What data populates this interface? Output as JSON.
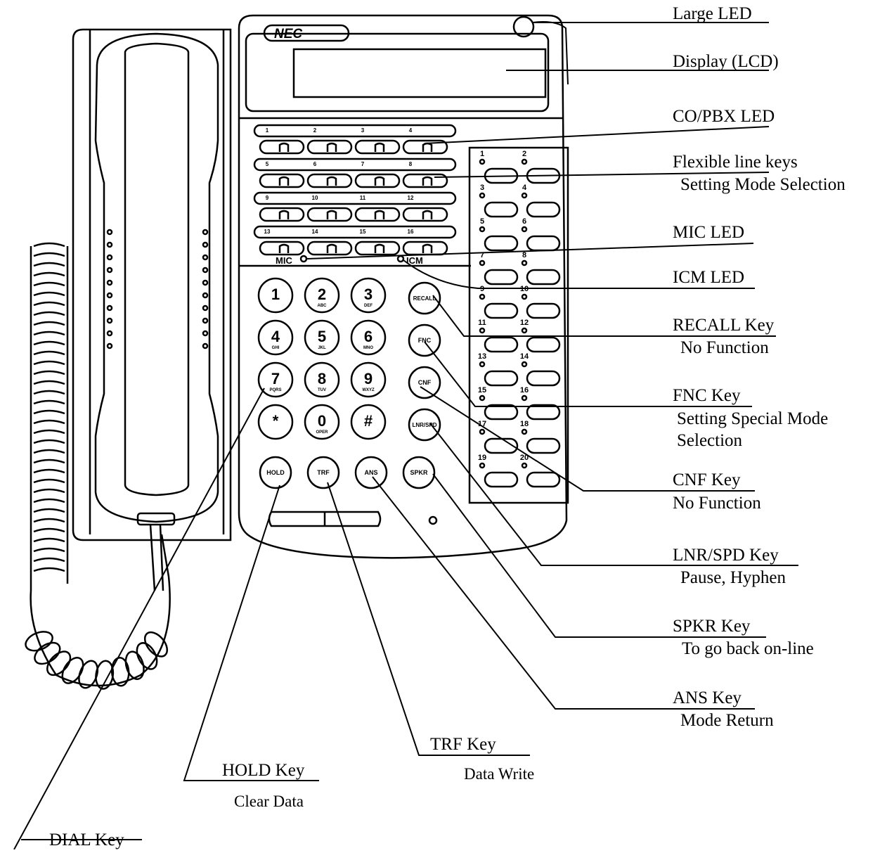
{
  "phone": {
    "brand": "NEC",
    "mic_text": "MIC",
    "icm_text": "ICM",
    "dial_keys": [
      {
        "digit": "1",
        "letters": ""
      },
      {
        "digit": "2",
        "letters": "ABC"
      },
      {
        "digit": "3",
        "letters": "DEF"
      },
      {
        "digit": "4",
        "letters": "GHI"
      },
      {
        "digit": "5",
        "letters": "JKL"
      },
      {
        "digit": "6",
        "letters": "MNO"
      },
      {
        "digit": "7",
        "letters": "PQRS"
      },
      {
        "digit": "8",
        "letters": "TUV"
      },
      {
        "digit": "9",
        "letters": "WXYZ"
      },
      {
        "digit": "*",
        "letters": ""
      },
      {
        "digit": "0",
        "letters": "OPER"
      },
      {
        "digit": "#",
        "letters": ""
      }
    ],
    "function_keys": [
      "RECALL",
      "FNC",
      "CNF",
      "LNR/SPD"
    ],
    "bottom_keys": [
      "HOLD",
      "TRF",
      "ANS",
      "SPKR"
    ],
    "line_key_numbers": [
      "1",
      "2",
      "3",
      "4",
      "5",
      "6",
      "7",
      "8",
      "9",
      "10",
      "11",
      "12",
      "13",
      "14",
      "15",
      "16"
    ],
    "dss_key_numbers": [
      "1",
      "2",
      "3",
      "4",
      "5",
      "6",
      "7",
      "8",
      "9",
      "10",
      "11",
      "12",
      "13",
      "14",
      "15",
      "16",
      "17",
      "18",
      "19",
      "20"
    ]
  },
  "callouts": {
    "large_led": {
      "title": "Large LED"
    },
    "display": {
      "title": "Display (LCD)"
    },
    "co_pbx_led": {
      "title": "CO/PBX LED"
    },
    "flexible_line_keys": {
      "title": "Flexible line keys",
      "note": "Setting Mode Selection"
    },
    "mic_led": {
      "title": "MIC LED"
    },
    "icm_led": {
      "title": "ICM LED"
    },
    "recall_key": {
      "title": "RECALL Key",
      "note": "No Function"
    },
    "fnc_key": {
      "title": "FNC Key",
      "note": "Setting Special Mode",
      "note2": "Selection"
    },
    "cnf_key": {
      "title": "CNF Key",
      "note": "No Function"
    },
    "lnr_spd_key": {
      "title": "LNR/SPD Key",
      "note": "Pause, Hyphen"
    },
    "spkr_key": {
      "title": "SPKR Key",
      "note": "To go back on-line"
    },
    "ans_key": {
      "title": "ANS Key",
      "note": "Mode Return"
    },
    "trf_key": {
      "title": "TRF Key",
      "note": "Data Write"
    },
    "hold_key": {
      "title": "HOLD Key",
      "note": "Clear Data"
    },
    "dial_key": {
      "title": "DIAL Key"
    }
  }
}
